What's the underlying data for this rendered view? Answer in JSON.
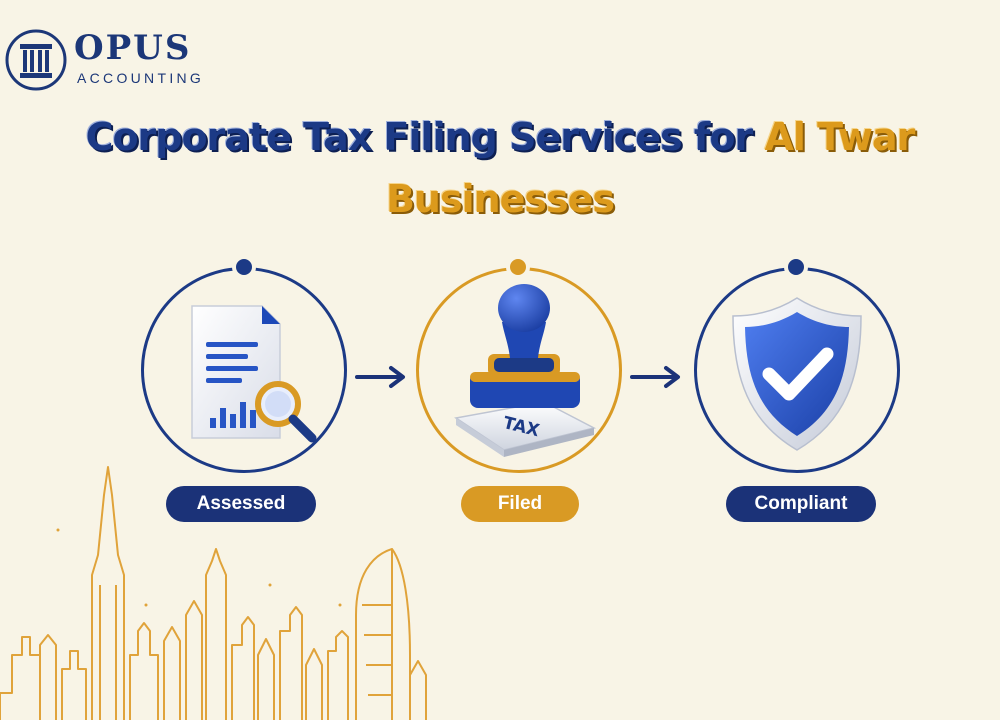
{
  "brand": {
    "name": "OPUS",
    "tagline": "ACCOUNTING"
  },
  "headline": {
    "part_blue": "Corporate Tax Filing Services for ",
    "part_gold_1": "Al Twar",
    "part_gold_2": "Businesses"
  },
  "steps": [
    {
      "label": "Assessed",
      "icon": "document-magnifier-icon",
      "accent": "#1c3a86"
    },
    {
      "label": "Filed",
      "icon": "tax-stamp-icon",
      "accent": "#d99a24",
      "stamp_text": "TAX"
    },
    {
      "label": "Compliant",
      "icon": "shield-check-icon",
      "accent": "#1c3a86"
    }
  ],
  "colors": {
    "navy": "#1c3a86",
    "gold": "#d99a24",
    "background": "#f8f4e6"
  }
}
